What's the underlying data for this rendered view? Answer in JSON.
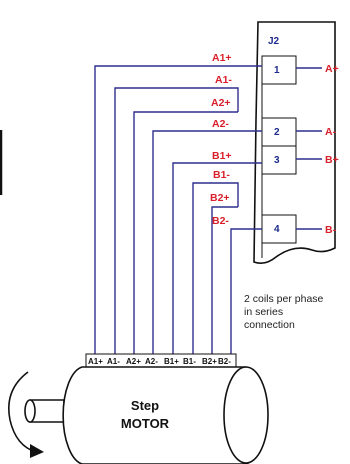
{
  "colors": {
    "wire": "#2f2f8f",
    "label_red": "#d81f2a",
    "pin_blue": "#1c2a8c",
    "outline": "#111111",
    "connector_fill": "#ffffff"
  },
  "connector": {
    "name": "J2",
    "pins": [
      {
        "number": "1",
        "signal": "A+"
      },
      {
        "number": "2",
        "signal": "A-"
      },
      {
        "number": "3",
        "signal": "B+"
      },
      {
        "number": "4",
        "signal": "B-"
      }
    ]
  },
  "wires": [
    "A1+",
    "A1-",
    "A2+",
    "A2-",
    "B1+",
    "B1-",
    "B2+",
    "B2-"
  ],
  "motor": {
    "terminal_labels": [
      "A1+",
      "A1-",
      "A2+",
      "A2-",
      "B1+",
      "B1-",
      "B2+",
      "B2-"
    ],
    "name_line1": "Step",
    "name_line2": "MOTOR"
  },
  "note": {
    "line1": "2 coils per phase",
    "line2": "in series",
    "line3": "connection"
  }
}
